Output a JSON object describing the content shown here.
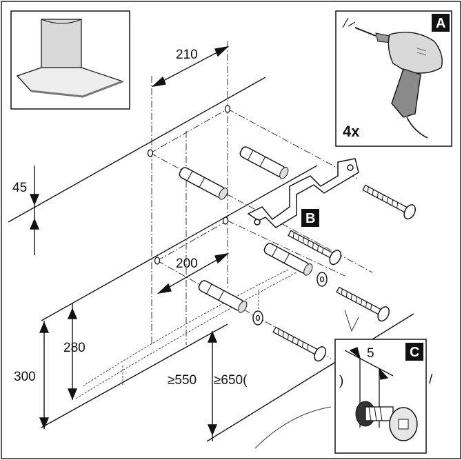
{
  "diagram": {
    "dimensions": {
      "d210": "210",
      "d45": "45",
      "d200": "200",
      "d280": "280",
      "d300": "300",
      "d550": "≥550",
      "d650": "≥650(",
      "d5": "5"
    },
    "inset_a": {
      "badge": "A",
      "multiplier": "4x",
      "icon": "drill-icon"
    },
    "inset_b": {
      "badge": "B"
    },
    "inset_c": {
      "badge": "C",
      "paren_left": ")",
      "slash": "/"
    },
    "inset_hood": {
      "icon": "cooker-hood-icon"
    },
    "colors": {
      "line": "#111111",
      "badge_bg": "#111111",
      "inset_bg": "#ffffff",
      "drill_body": "#d9d9d9",
      "drill_grip": "#8a8a8a"
    }
  }
}
